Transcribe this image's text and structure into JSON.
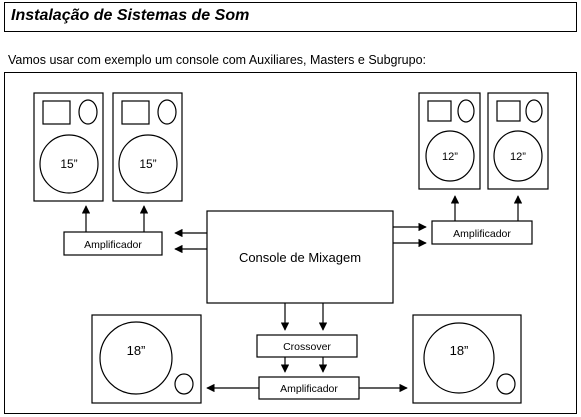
{
  "page": {
    "title": "Instalação de Sistemas de Som",
    "intro": "Vamos usar com exemplo um console com Auxiliares, Masters e Subgrupo:"
  },
  "diagram": {
    "speakers": {
      "left_1": "15”",
      "left_2": "15”",
      "right_1": "12”",
      "right_2": "12”",
      "sub_left": "18”",
      "sub_right": "18”"
    },
    "boxes": {
      "amp_left": "Amplificador",
      "amp_right": "Amplificador",
      "console": "Console de Mixagem",
      "crossover": "Crossover",
      "amp_bottom": "Amplificador"
    }
  }
}
